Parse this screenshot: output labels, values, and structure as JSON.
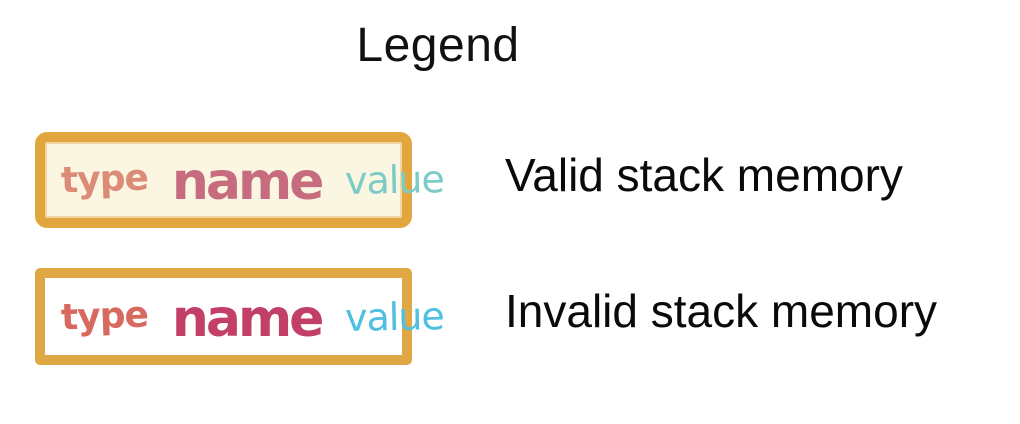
{
  "title": "Legend",
  "legend": {
    "items": [
      {
        "label": "Valid stack memory",
        "box": {
          "background": "#FAF6E2",
          "border_color": "#E1A63E",
          "words": [
            {
              "text": "type",
              "color": "#DC8B76"
            },
            {
              "text": "name",
              "color": "#C76B7F"
            },
            {
              "text": "value",
              "color": "#7CCBC6"
            }
          ]
        }
      },
      {
        "label": "Invalid stack memory",
        "box": {
          "background": "#FFFFFF",
          "border_color": "#E0A845",
          "words": [
            {
              "text": "type",
              "color": "#D7695E"
            },
            {
              "text": "name",
              "color": "#C23F68"
            },
            {
              "text": "value",
              "color": "#4FC0E2"
            }
          ]
        }
      }
    ]
  },
  "colors": {
    "page_background": "#FFFFFF",
    "title_text": "#111111",
    "label_text": "#0A0A0A",
    "gold_border": "#E0A845"
  }
}
